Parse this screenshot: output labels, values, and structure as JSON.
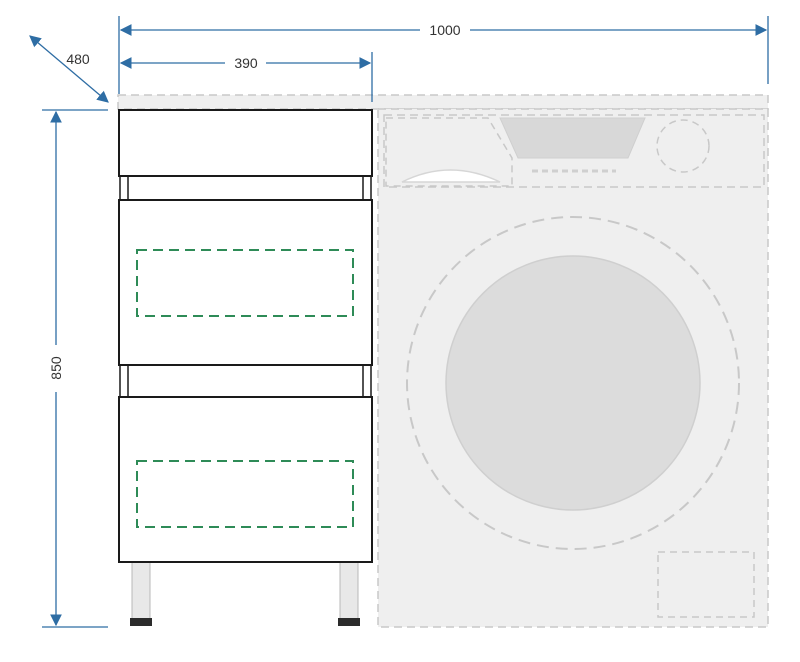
{
  "dimensions": {
    "total_width": "1000",
    "cabinet_width": "390",
    "depth": "480",
    "height": "850"
  },
  "colors": {
    "dimension_line": "#2E6DA4",
    "cabinet_outline": "#1a1a1a",
    "drawer_handle_dashed": "#2E8B57",
    "washer_fill": "#EFEFEF",
    "washer_outline": "#C8C8C8",
    "drum_fill": "#DCDCDC"
  }
}
